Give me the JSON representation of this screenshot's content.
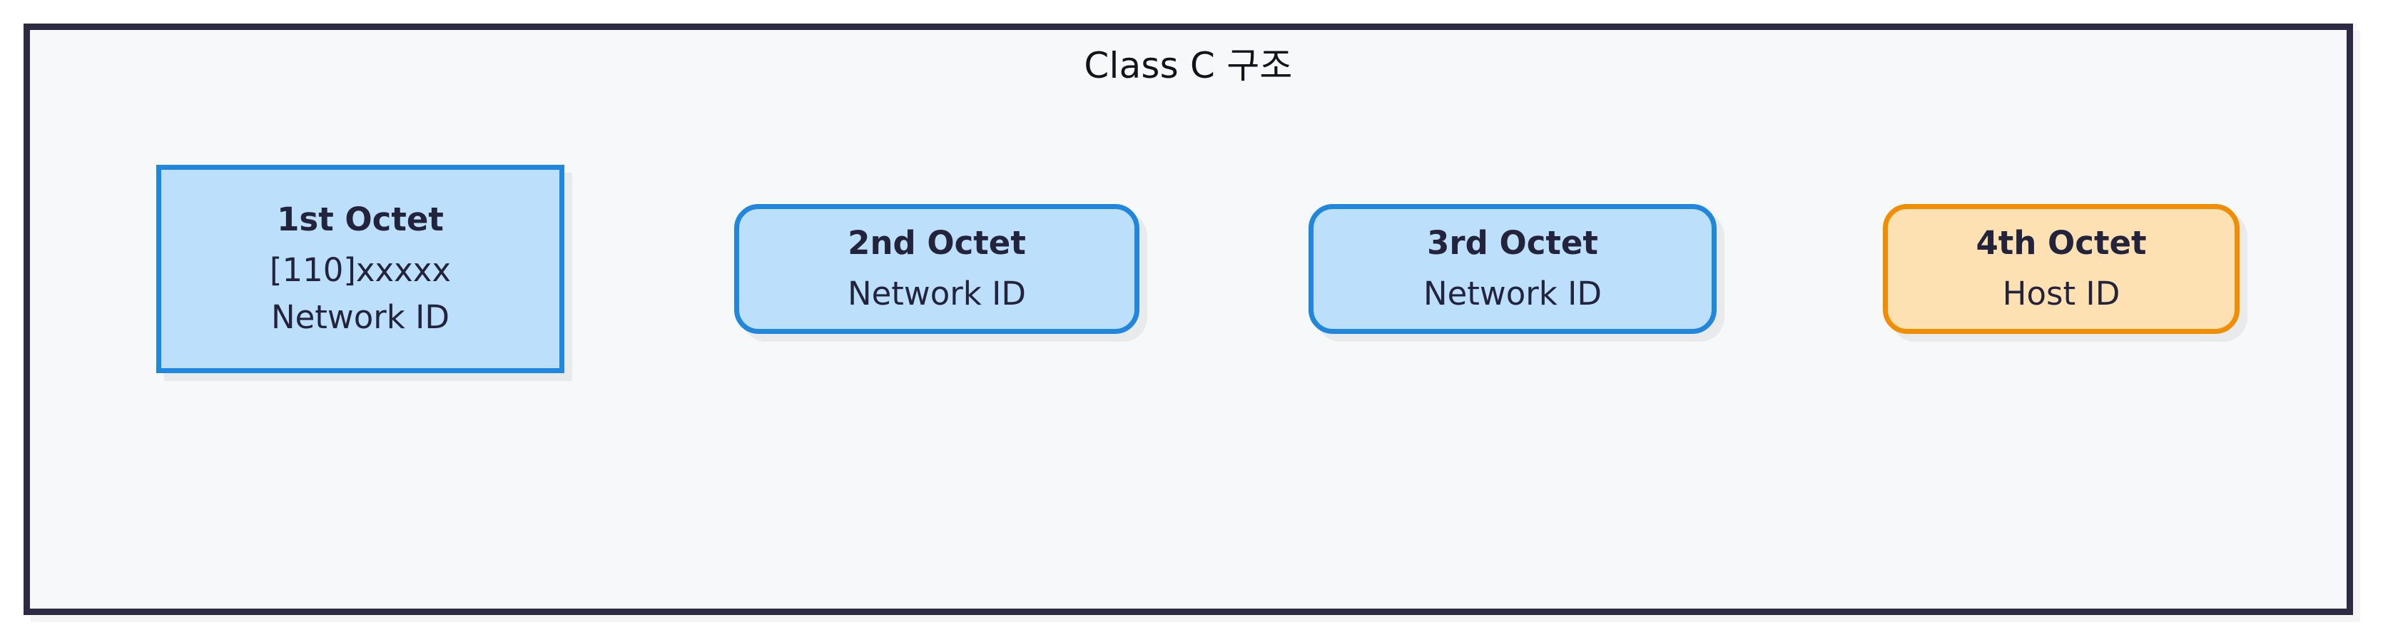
{
  "diagram": {
    "title": "Class C 구조",
    "colors": {
      "frame_border": "#2b2b44",
      "frame_background": "#f7f8fa",
      "network_border": "#2086de",
      "network_fill": "#bcdffb",
      "host_border": "#f18d00",
      "host_fill": "#fde1b3",
      "text": "#23233c"
    },
    "octets": [
      {
        "id": "octet-1",
        "title": "1st Octet",
        "lines": [
          "[110]xxxxx",
          "Network ID"
        ],
        "role": "network",
        "shape": "square"
      },
      {
        "id": "octet-2",
        "title": "2nd Octet",
        "lines": [
          "Network ID"
        ],
        "role": "network",
        "shape": "rounded"
      },
      {
        "id": "octet-3",
        "title": "3rd Octet",
        "lines": [
          "Network ID"
        ],
        "role": "network",
        "shape": "rounded"
      },
      {
        "id": "octet-4",
        "title": "4th Octet",
        "lines": [
          "Host ID"
        ],
        "role": "host",
        "shape": "rounded"
      }
    ]
  }
}
